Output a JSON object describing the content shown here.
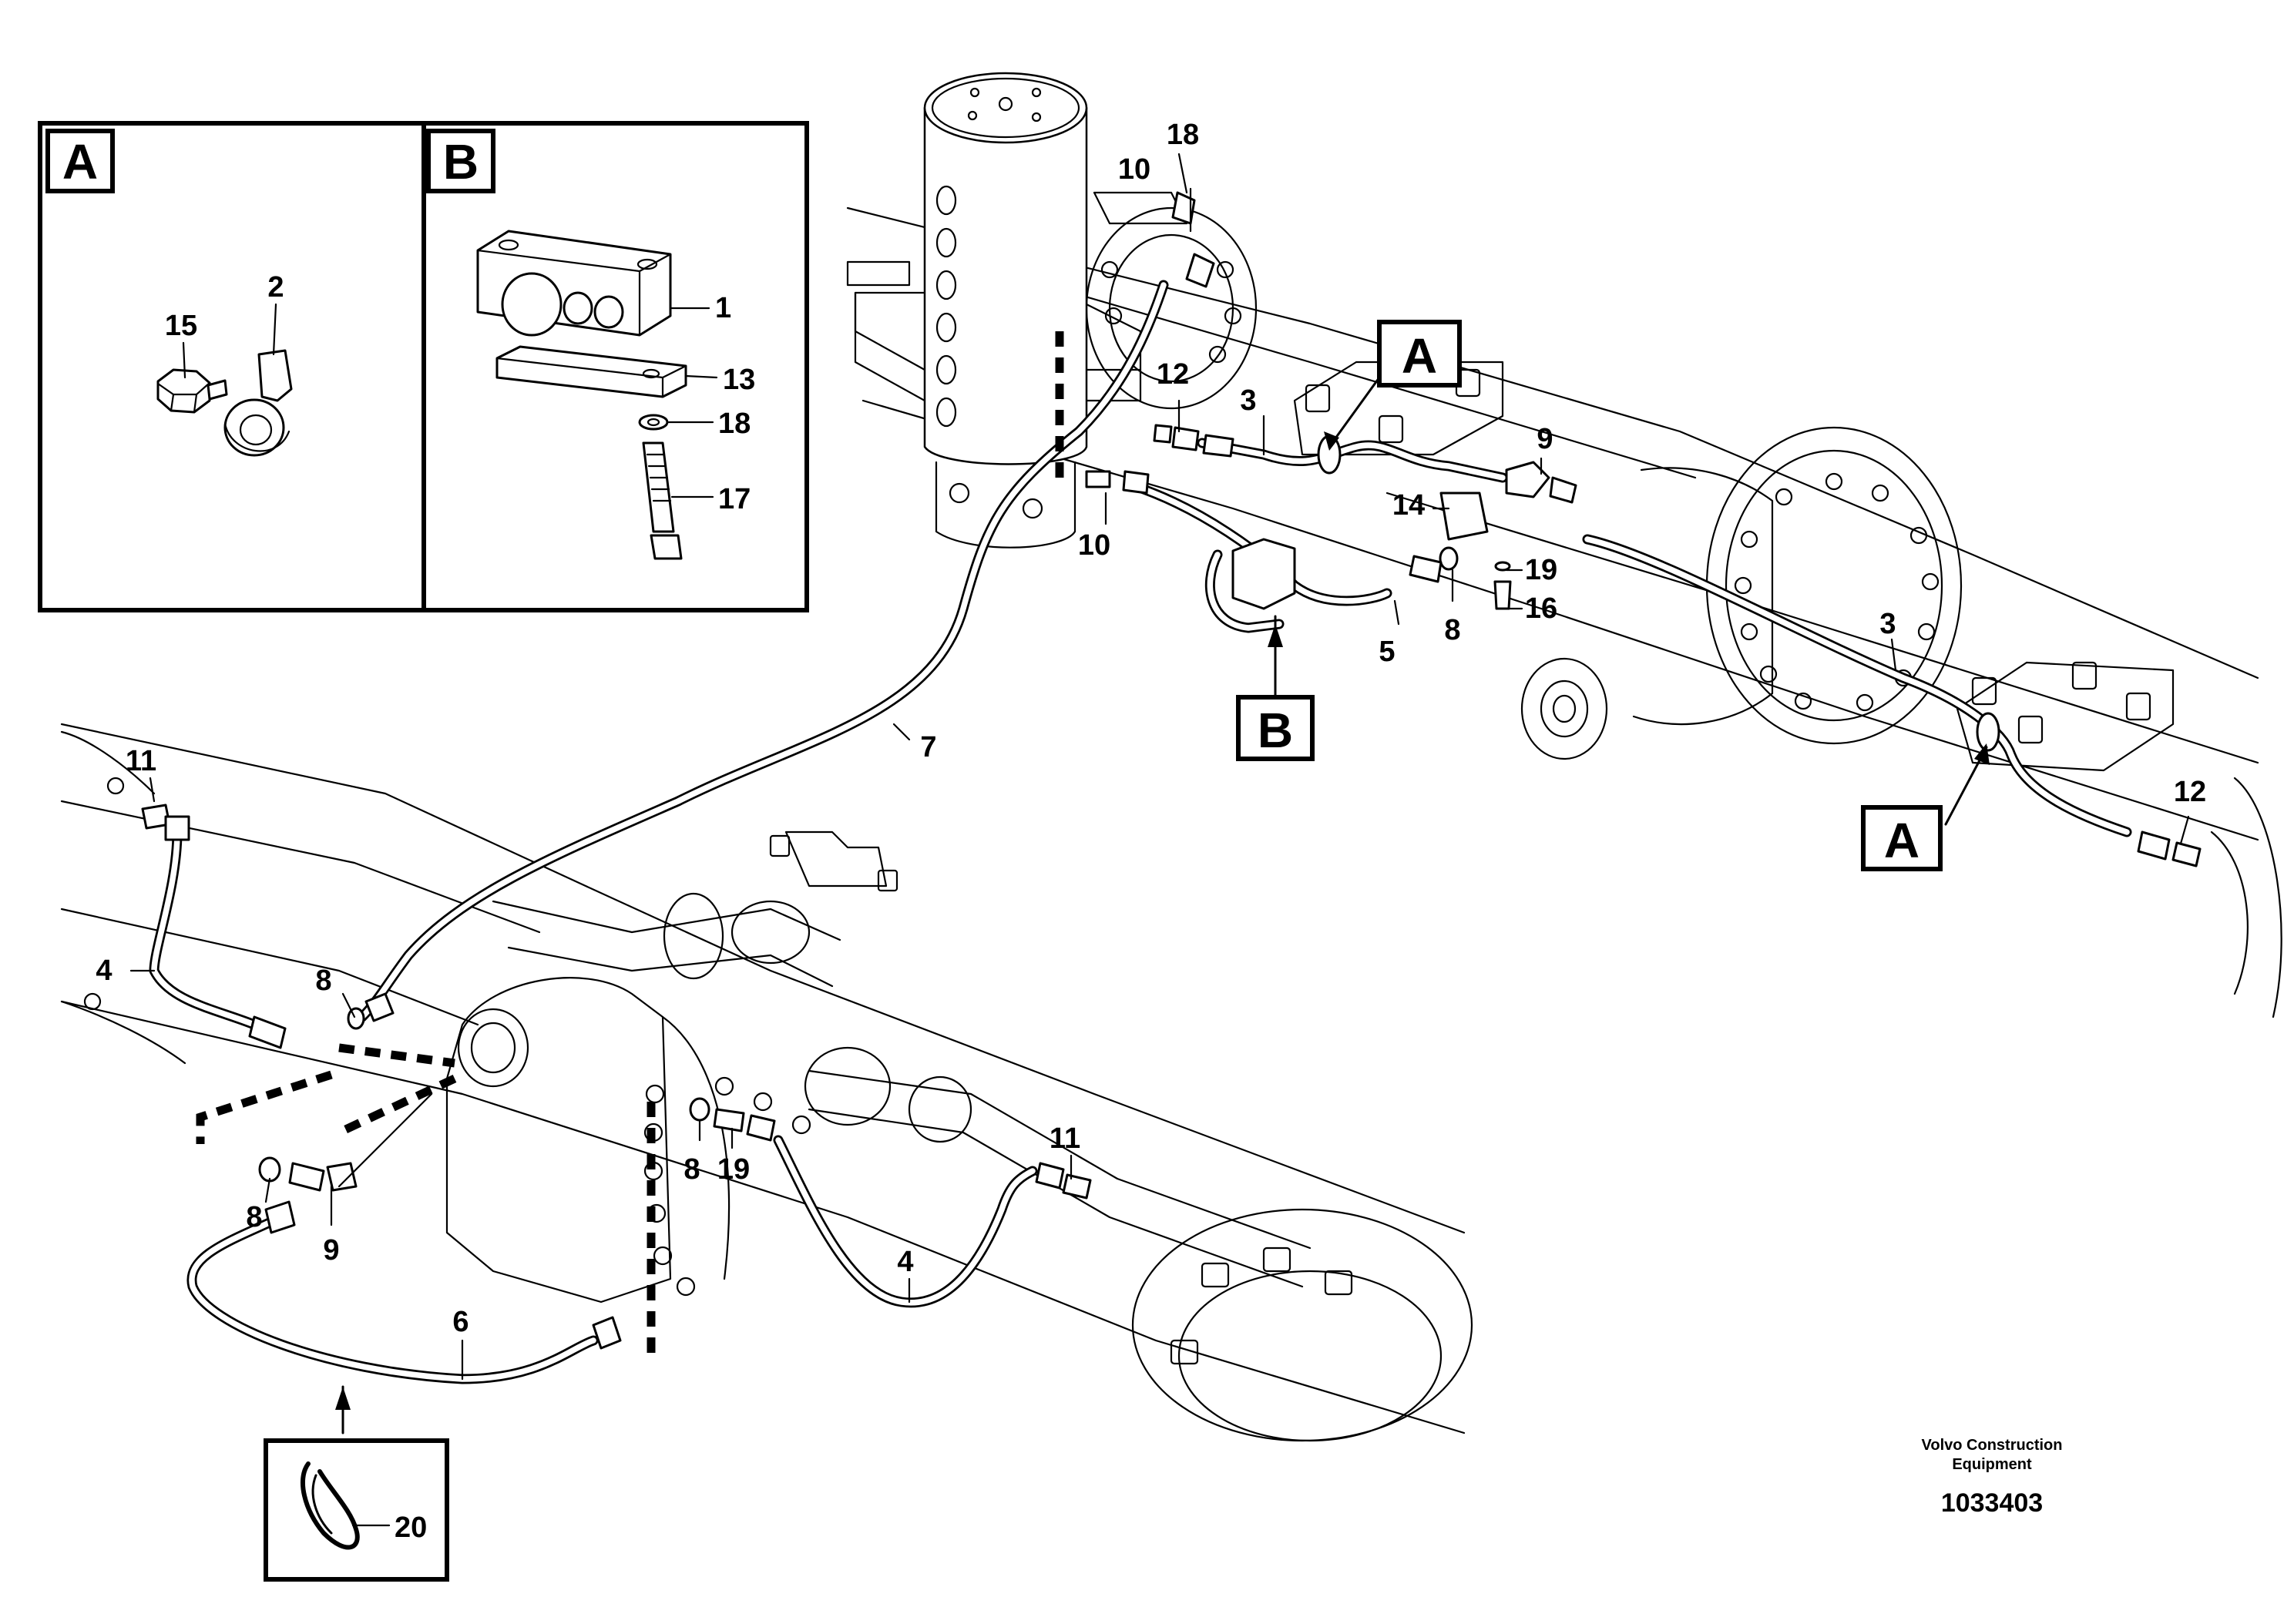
{
  "inset_a": {
    "tag": "A",
    "part_numbers": [
      "15",
      "2"
    ]
  },
  "inset_b": {
    "tag": "B",
    "part_numbers": [
      "1",
      "13",
      "18",
      "17"
    ]
  },
  "inset_c": {
    "part_number": "20"
  },
  "callouts": {
    "c18_top": "18",
    "c10_top": "10",
    "c12_a": "12",
    "c3_a": "3",
    "c9_a": "9",
    "c14": "14",
    "c19_a": "19",
    "c16": "16",
    "c10_b": "10",
    "c5": "5",
    "c8_a": "8",
    "c3_b": "3",
    "c12_b": "12",
    "c7": "7",
    "c11_a": "11",
    "c4_a": "4",
    "c8_b": "8",
    "c8_c": "8",
    "c9_b": "9",
    "c6": "6",
    "c8_d": "8",
    "c19_b": "19",
    "c11_b": "11",
    "c4_b": "4"
  },
  "detail_tags": {
    "a1": "A",
    "a2": "A",
    "b1": "B"
  },
  "footer": {
    "credit_line1": "Volvo Construction",
    "credit_line2": "Equipment",
    "document_number": "1033403"
  }
}
